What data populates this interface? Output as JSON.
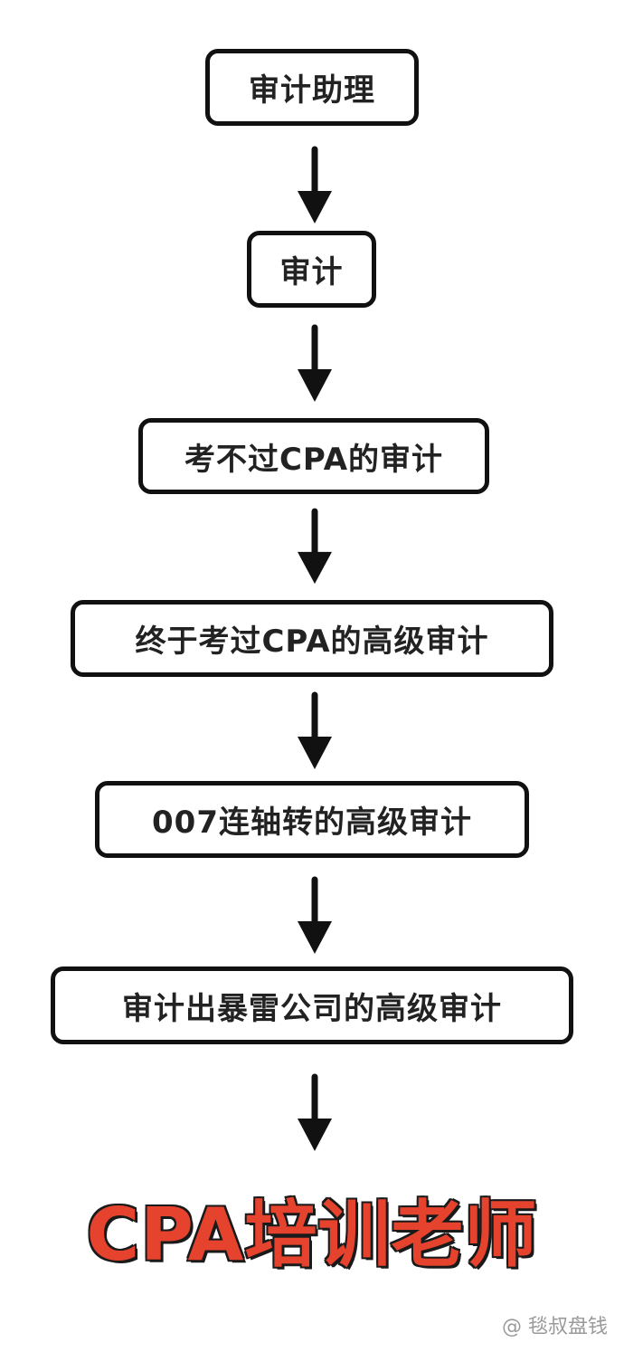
{
  "steps": [
    {
      "label": "审计助理"
    },
    {
      "label": "审计"
    },
    {
      "label": "考不过CPA的审计"
    },
    {
      "label": "终于考过CPA的高级审计"
    },
    {
      "label": "007连轴转的高级审计"
    },
    {
      "label": "审计出暴雷公司的高级审计"
    }
  ],
  "final": {
    "label": "CPA培训老师",
    "color": "#e6432f"
  },
  "watermark": {
    "text": "@ 毯叔盘钱"
  }
}
